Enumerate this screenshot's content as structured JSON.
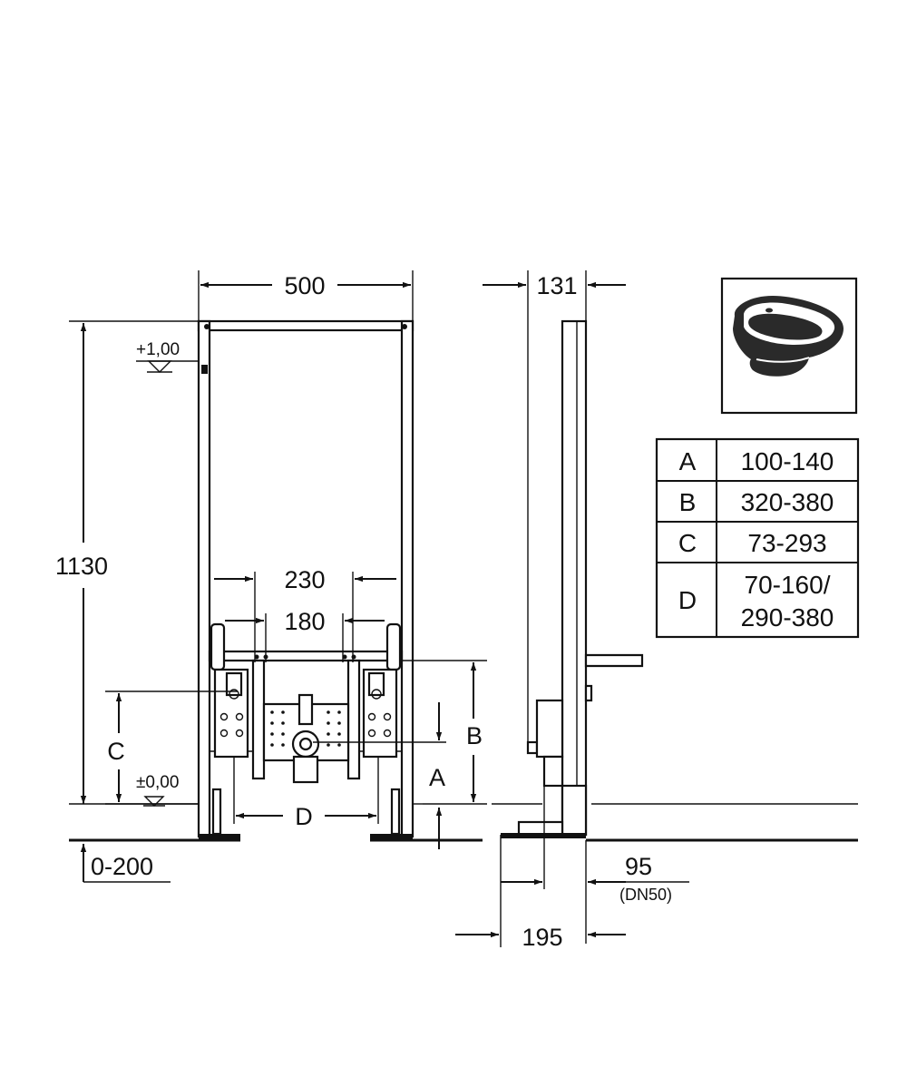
{
  "front_view": {
    "width_label": "500",
    "height_label": "1130",
    "level_top": "+1,00",
    "level_zero": "±0,00",
    "floor_range": "0-200",
    "spacing_outer": "230",
    "spacing_inner": "180",
    "label_A": "A",
    "label_B": "B",
    "label_C": "C",
    "label_D": "D"
  },
  "side_view": {
    "depth_label": "131",
    "drain_label": "95",
    "drain_spec": "(DN50)",
    "foot_label": "195"
  },
  "thumbnail": {
    "icon": "bidet-icon"
  },
  "dimension_table": {
    "rows": [
      {
        "key": "A",
        "value_lines": [
          "100-140"
        ]
      },
      {
        "key": "B",
        "value_lines": [
          "320-380"
        ]
      },
      {
        "key": "C",
        "value_lines": [
          "73-293"
        ]
      },
      {
        "key": "D",
        "value_lines": [
          "70-160/",
          "290-380"
        ]
      }
    ]
  }
}
